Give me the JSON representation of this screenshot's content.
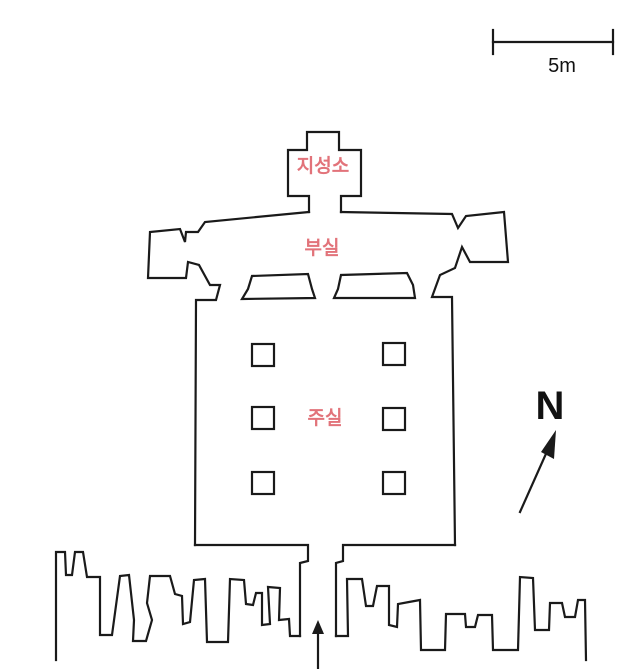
{
  "scale_bar": {
    "label": "5m"
  },
  "north_arrow": {
    "label": "N"
  },
  "rooms": {
    "shrine": {
      "label": "지성소"
    },
    "side": {
      "label": "부실"
    },
    "main": {
      "label": "주실"
    }
  },
  "colors": {
    "label": "#e2737a",
    "line": "#1a1a1a",
    "background": "#ffffff"
  }
}
